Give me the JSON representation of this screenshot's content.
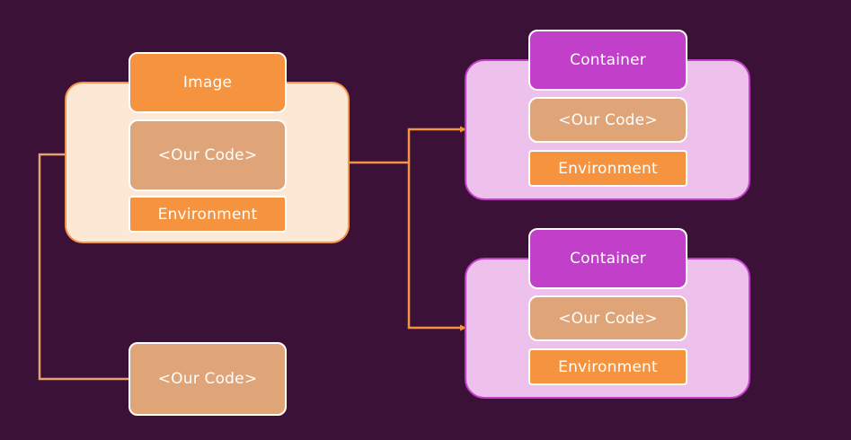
{
  "image": {
    "title": "Image",
    "code_label": "<Our Code>",
    "environment_label": "Environment"
  },
  "external_code": {
    "label": "<Our Code>"
  },
  "containers": [
    {
      "title": "Container",
      "code_label": "<Our Code>",
      "environment_label": "Environment"
    },
    {
      "title": "Container",
      "code_label": "<Our Code>",
      "environment_label": "Environment"
    }
  ],
  "colors": {
    "background": "#3c1138",
    "image_fill": "#fde8d6",
    "image_accent": "#f6933f",
    "code_fill": "#dfa578",
    "container_fill": "#edc1eb",
    "container_accent": "#c23fca",
    "arrow": "#f6933f"
  }
}
